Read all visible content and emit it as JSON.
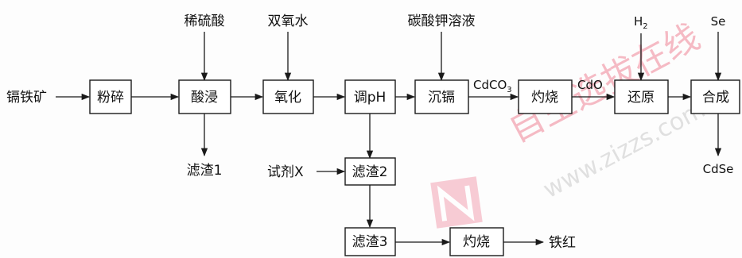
{
  "title": "",
  "nodes": {
    "ore": "镉铁矿",
    "crush": "粉碎",
    "acid_leach": "酸浸",
    "oxidize": "氧化",
    "adjust_ph": "调pH",
    "precip_cd": "沉镉",
    "calcine1": "灼烧",
    "reduce": "还原",
    "synthesis": "合成",
    "residue2": "滤渣2",
    "residue3": "滤渣3",
    "calcine2": "灼烧"
  },
  "labels": {
    "dilute_h2so4": "稀硫酸",
    "h2o2": "双氧水",
    "k2co3": "碳酸钾溶液",
    "cdco3": "CdCO",
    "cdco3_sub": "3",
    "cdo": "CdO",
    "h2": "H",
    "h2_sub": "2",
    "se": "Se",
    "residue1": "滤渣1",
    "reagent_x": "试剂X",
    "cdse": "CdSe",
    "iron_red": "铁红"
  },
  "watermark": "www.zizzs.com 自主选拔在线",
  "colors": {
    "watermark_red": "#e8506a",
    "watermark_pink": "#f3a3b3",
    "watermark_gray": "#c9c9c9"
  }
}
